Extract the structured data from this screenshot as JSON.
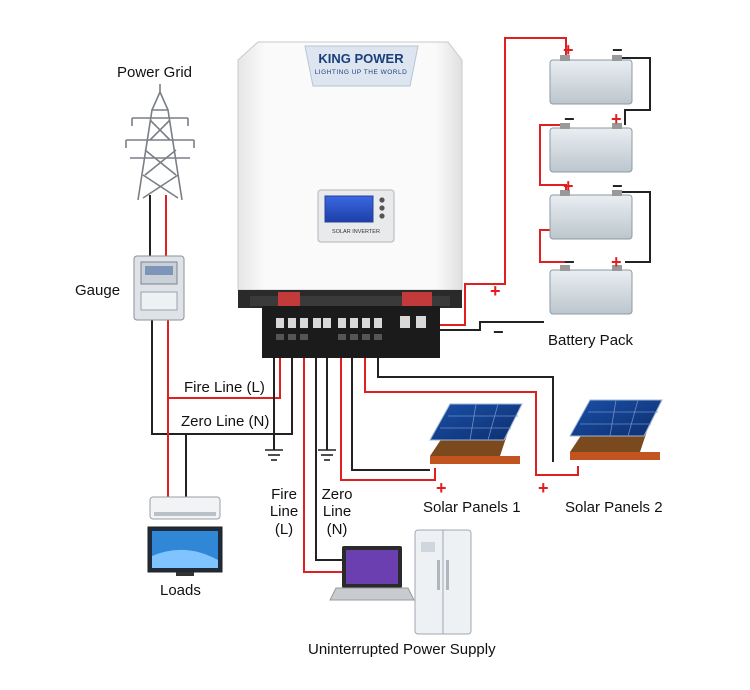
{
  "inverter": {
    "brand": "KING POWER",
    "tagline": "LIGHTING UP THE WORLD",
    "model_label": "SOLAR INVERTER"
  },
  "labels": {
    "power_grid": "Power Grid",
    "gauge": "Gauge",
    "fire_line": "Fire Line (L)",
    "zero_line": "Zero Line (N)",
    "loads": "Loads",
    "ups_fire_1": "Fire",
    "ups_fire_2": "Line",
    "ups_fire_3": "(L)",
    "ups_zero_1": "Zero",
    "ups_zero_2": "Line",
    "ups_zero_3": "(N)",
    "ups": "Uninterrupted Power Supply",
    "solar_1": "Solar Panels 1",
    "solar_2": "Solar Panels 2",
    "battery": "Battery Pack"
  },
  "polarity": {
    "plus": "+",
    "minus": "−"
  },
  "colors": {
    "positive": "#e02020",
    "negative": "#222222",
    "inverter_body": "#f4f4f4"
  }
}
